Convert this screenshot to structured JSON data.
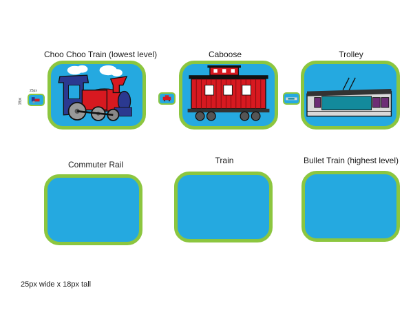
{
  "levels": [
    {
      "label": "Choo Choo Train (lowest level)",
      "icon": "choo-choo-train-icon"
    },
    {
      "label": "Caboose",
      "icon": "caboose-icon"
    },
    {
      "label": "Trolley",
      "icon": "trolley-icon"
    },
    {
      "label": "Commuter Rail",
      "icon": ""
    },
    {
      "label": "Train",
      "icon": ""
    },
    {
      "label": "Bullet Train (highest level)",
      "icon": ""
    }
  ],
  "thumbnail": {
    "width_label": "25px",
    "height_label": "18px"
  },
  "footer_note": "25px wide x 18px tall",
  "colors": {
    "card_fill": "#25a9e0",
    "card_border": "#8cc63f",
    "train_red": "#d71920",
    "train_blue": "#2b3990",
    "trolley_teal": "#138a9c",
    "trolley_purple": "#6d2d75"
  }
}
